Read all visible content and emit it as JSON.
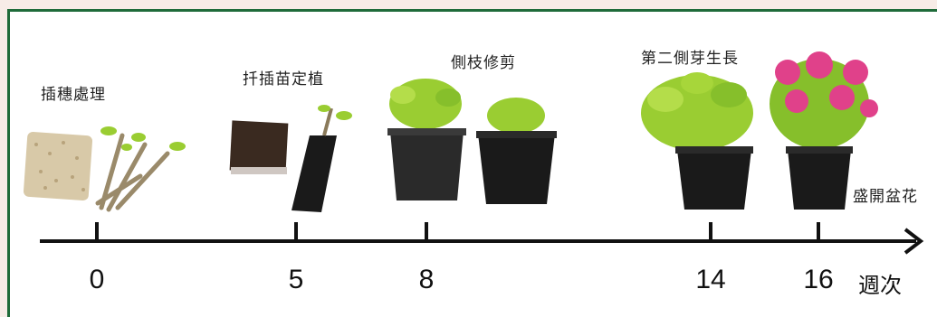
{
  "diagram": {
    "stages": [
      {
        "label": "插穗處理"
      },
      {
        "label": "扦插苗定植"
      },
      {
        "label": "側枝修剪"
      },
      {
        "label": "第二側芽生長"
      },
      {
        "label": "盛開盆花"
      }
    ],
    "timeline": {
      "ticks": [
        "0",
        "5",
        "8",
        "14",
        "16"
      ],
      "unit_label": "週次"
    },
    "colors": {
      "frame": "#1f6b3a",
      "page": "#f7ece7",
      "axis": "#111111",
      "leaf": "#9acd32",
      "pot": "#1a1a1a",
      "flower": "#e0418a",
      "soil": "#3a2a20",
      "substrate": "#d8c9a8"
    }
  }
}
